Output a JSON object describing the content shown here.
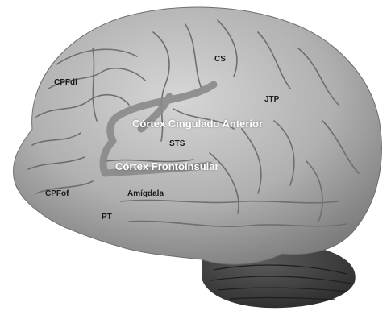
{
  "labels": {
    "cs": "CS",
    "cpfdl": "CPFdl",
    "jtp": "JTP",
    "cortex_cingulado_anterior": "Córtex Cingulado Anterior",
    "sts": "STS",
    "cortex_frontoinsular": "Córtex Frontoinsular",
    "cpfof": "CPFof",
    "amigdala": "Amígdala",
    "pt": "PT"
  },
  "colors": {
    "brain_surface": "#b3b3b3",
    "cerebellum": "#3a3a3a",
    "highlight_regions": "#8c8c8c",
    "dark_text": "#1a1a1a",
    "light_text": "#ffffff"
  }
}
